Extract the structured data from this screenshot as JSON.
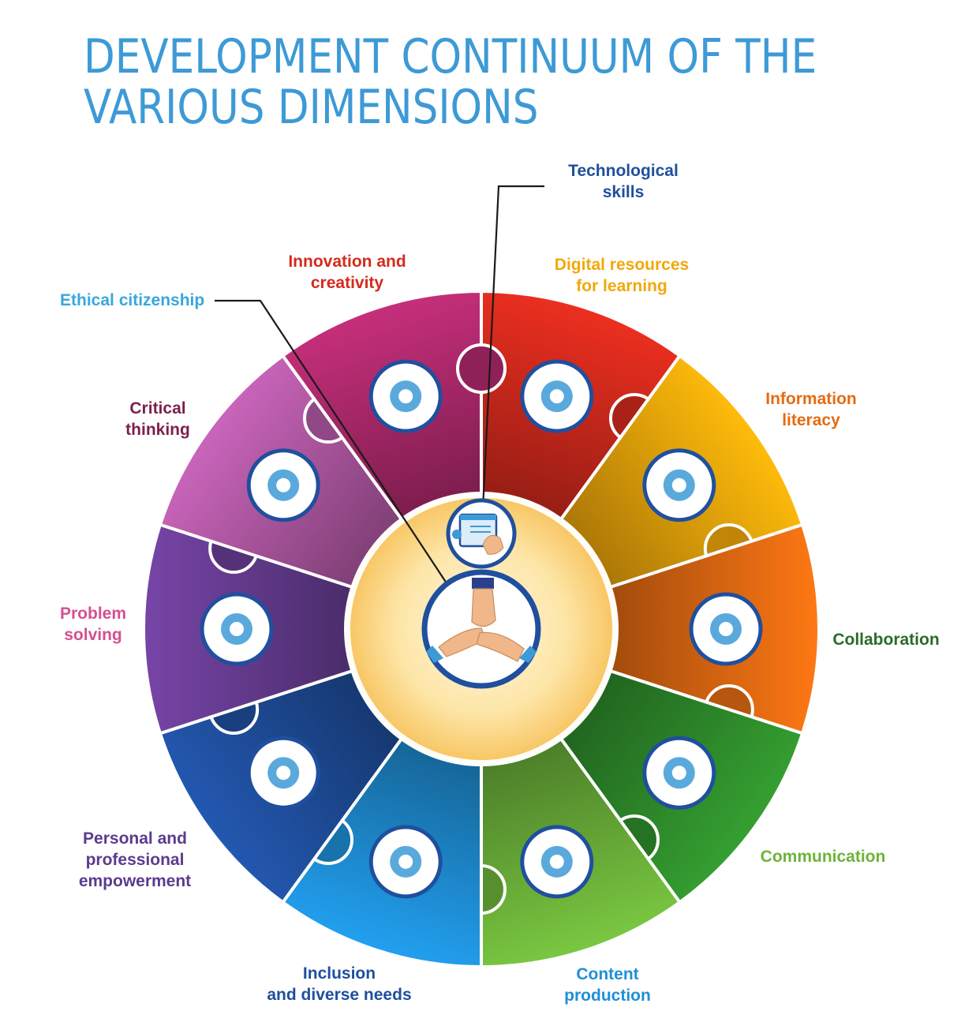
{
  "title": {
    "line1": "DEVELOPMENT CONTINUUM OF THE",
    "line2": "VARIOUS DIMENSIONS"
  },
  "center": {
    "outer_label": "Technological\nskills",
    "inner_label": "Ethical citizenship",
    "outer_icon": "browser-touch-icon",
    "inner_icon": "joined-hands-icon"
  },
  "segments": [
    {
      "label": "Innovation and\ncreativity",
      "icon": "lightbulb-icon",
      "color": "#d42a1d"
    },
    {
      "label": "Digital resources\nfor learning",
      "icon": "laptop-resources-icon",
      "color": "#f1a80a"
    },
    {
      "label": "Information\nliteracy",
      "icon": "search-document-icon",
      "color": "#e56b12"
    },
    {
      "label": "Collaboration",
      "icon": "team-gear-icon",
      "color": "#2f8f2c"
    },
    {
      "label": "Communication",
      "icon": "chat-bubbles-icon",
      "color": "#6db33a"
    },
    {
      "label": "Content\nproduction",
      "icon": "video-monitor-icon",
      "color": "#1e8fd6"
    },
    {
      "label": "Inclusion\nand diverse needs",
      "icon": "cycle-arrows-icon",
      "color": "#1f4f9e"
    },
    {
      "label": "Personal and\nprofessional\nempowerment",
      "icon": "cloud-network-icon",
      "color": "#6a3e96"
    },
    {
      "label": "Problem\nsolving",
      "icon": "target-icon",
      "color": "#b45aa7"
    },
    {
      "label": "Critical\nthinking",
      "icon": "brain-icon",
      "color": "#b12a6e"
    }
  ],
  "label_colors": {
    "technological": "#1f4f9e",
    "ethical": "#3aa6dd",
    "innovation": "#d42a1d",
    "digital": "#f1a80a",
    "information": "#e56b12",
    "collaboration": "#2a6b2a",
    "communication": "#6db33a",
    "content": "#1e8fd6",
    "inclusion": "#1f4f9e",
    "empowerment": "#5b3b8e",
    "problem": "#d64f92",
    "critical": "#7d1f4c"
  }
}
